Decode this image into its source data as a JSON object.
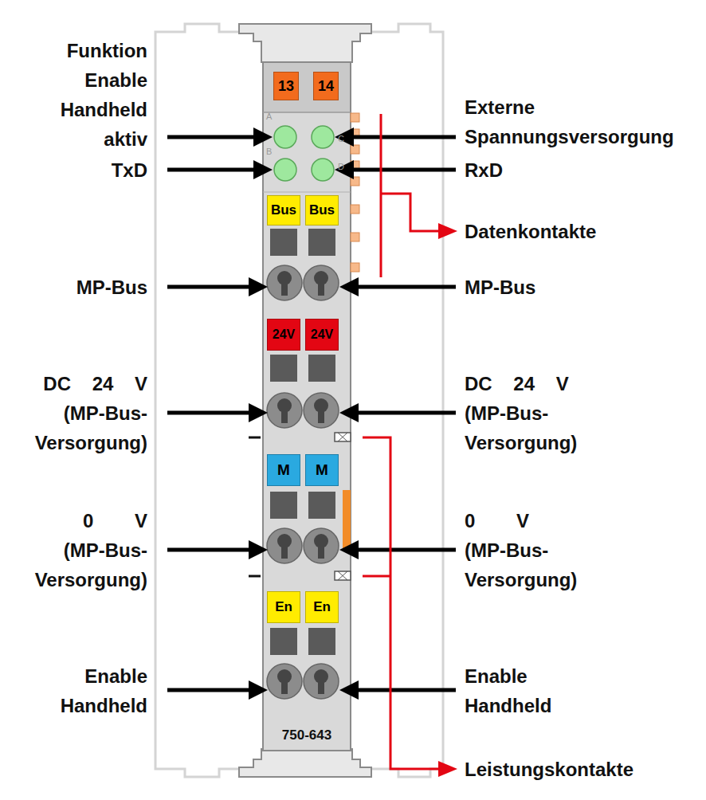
{
  "diagram": {
    "nodes": [
      {
        "text": [
          "750-643"
        ]
      },
      {
        "text": [
          "13"
        ],
        "in": 0
      },
      {
        "text": [
          "14"
        ],
        "in": 0
      },
      {
        "text": [
          "Bus"
        ],
        "in": 0
      },
      {
        "text": [
          "Bus"
        ],
        "in": 0
      },
      {
        "text": [
          "24V"
        ],
        "in": 0
      },
      {
        "text": [
          "24V"
        ],
        "in": 0
      },
      {
        "text": [
          "M"
        ],
        "in": 0
      },
      {
        "text": [
          "M"
        ],
        "in": 0
      },
      {
        "text": [
          "En"
        ],
        "in": 0
      },
      {
        "text": [
          "En"
        ],
        "in": 0
      }
    ],
    "labels": [
      "Funktion Enable Handheld aktiv",
      "Externe Spannungsversorgung",
      "A",
      "B",
      "C",
      "D",
      "TxD",
      "RxD",
      "Datenkontakte",
      "MP-Bus",
      "MP-Bus",
      "DC 24 V (MP-Bus-Versorgung)",
      "DC 24 V (MP-Bus-Versorgung)",
      "0 V (MP-Bus-Versorgung)",
      "0 V (MP-Bus-Versorgung)",
      "Enable Handheld",
      "Enable Handheld",
      "Leistungskontakte"
    ]
  }
}
